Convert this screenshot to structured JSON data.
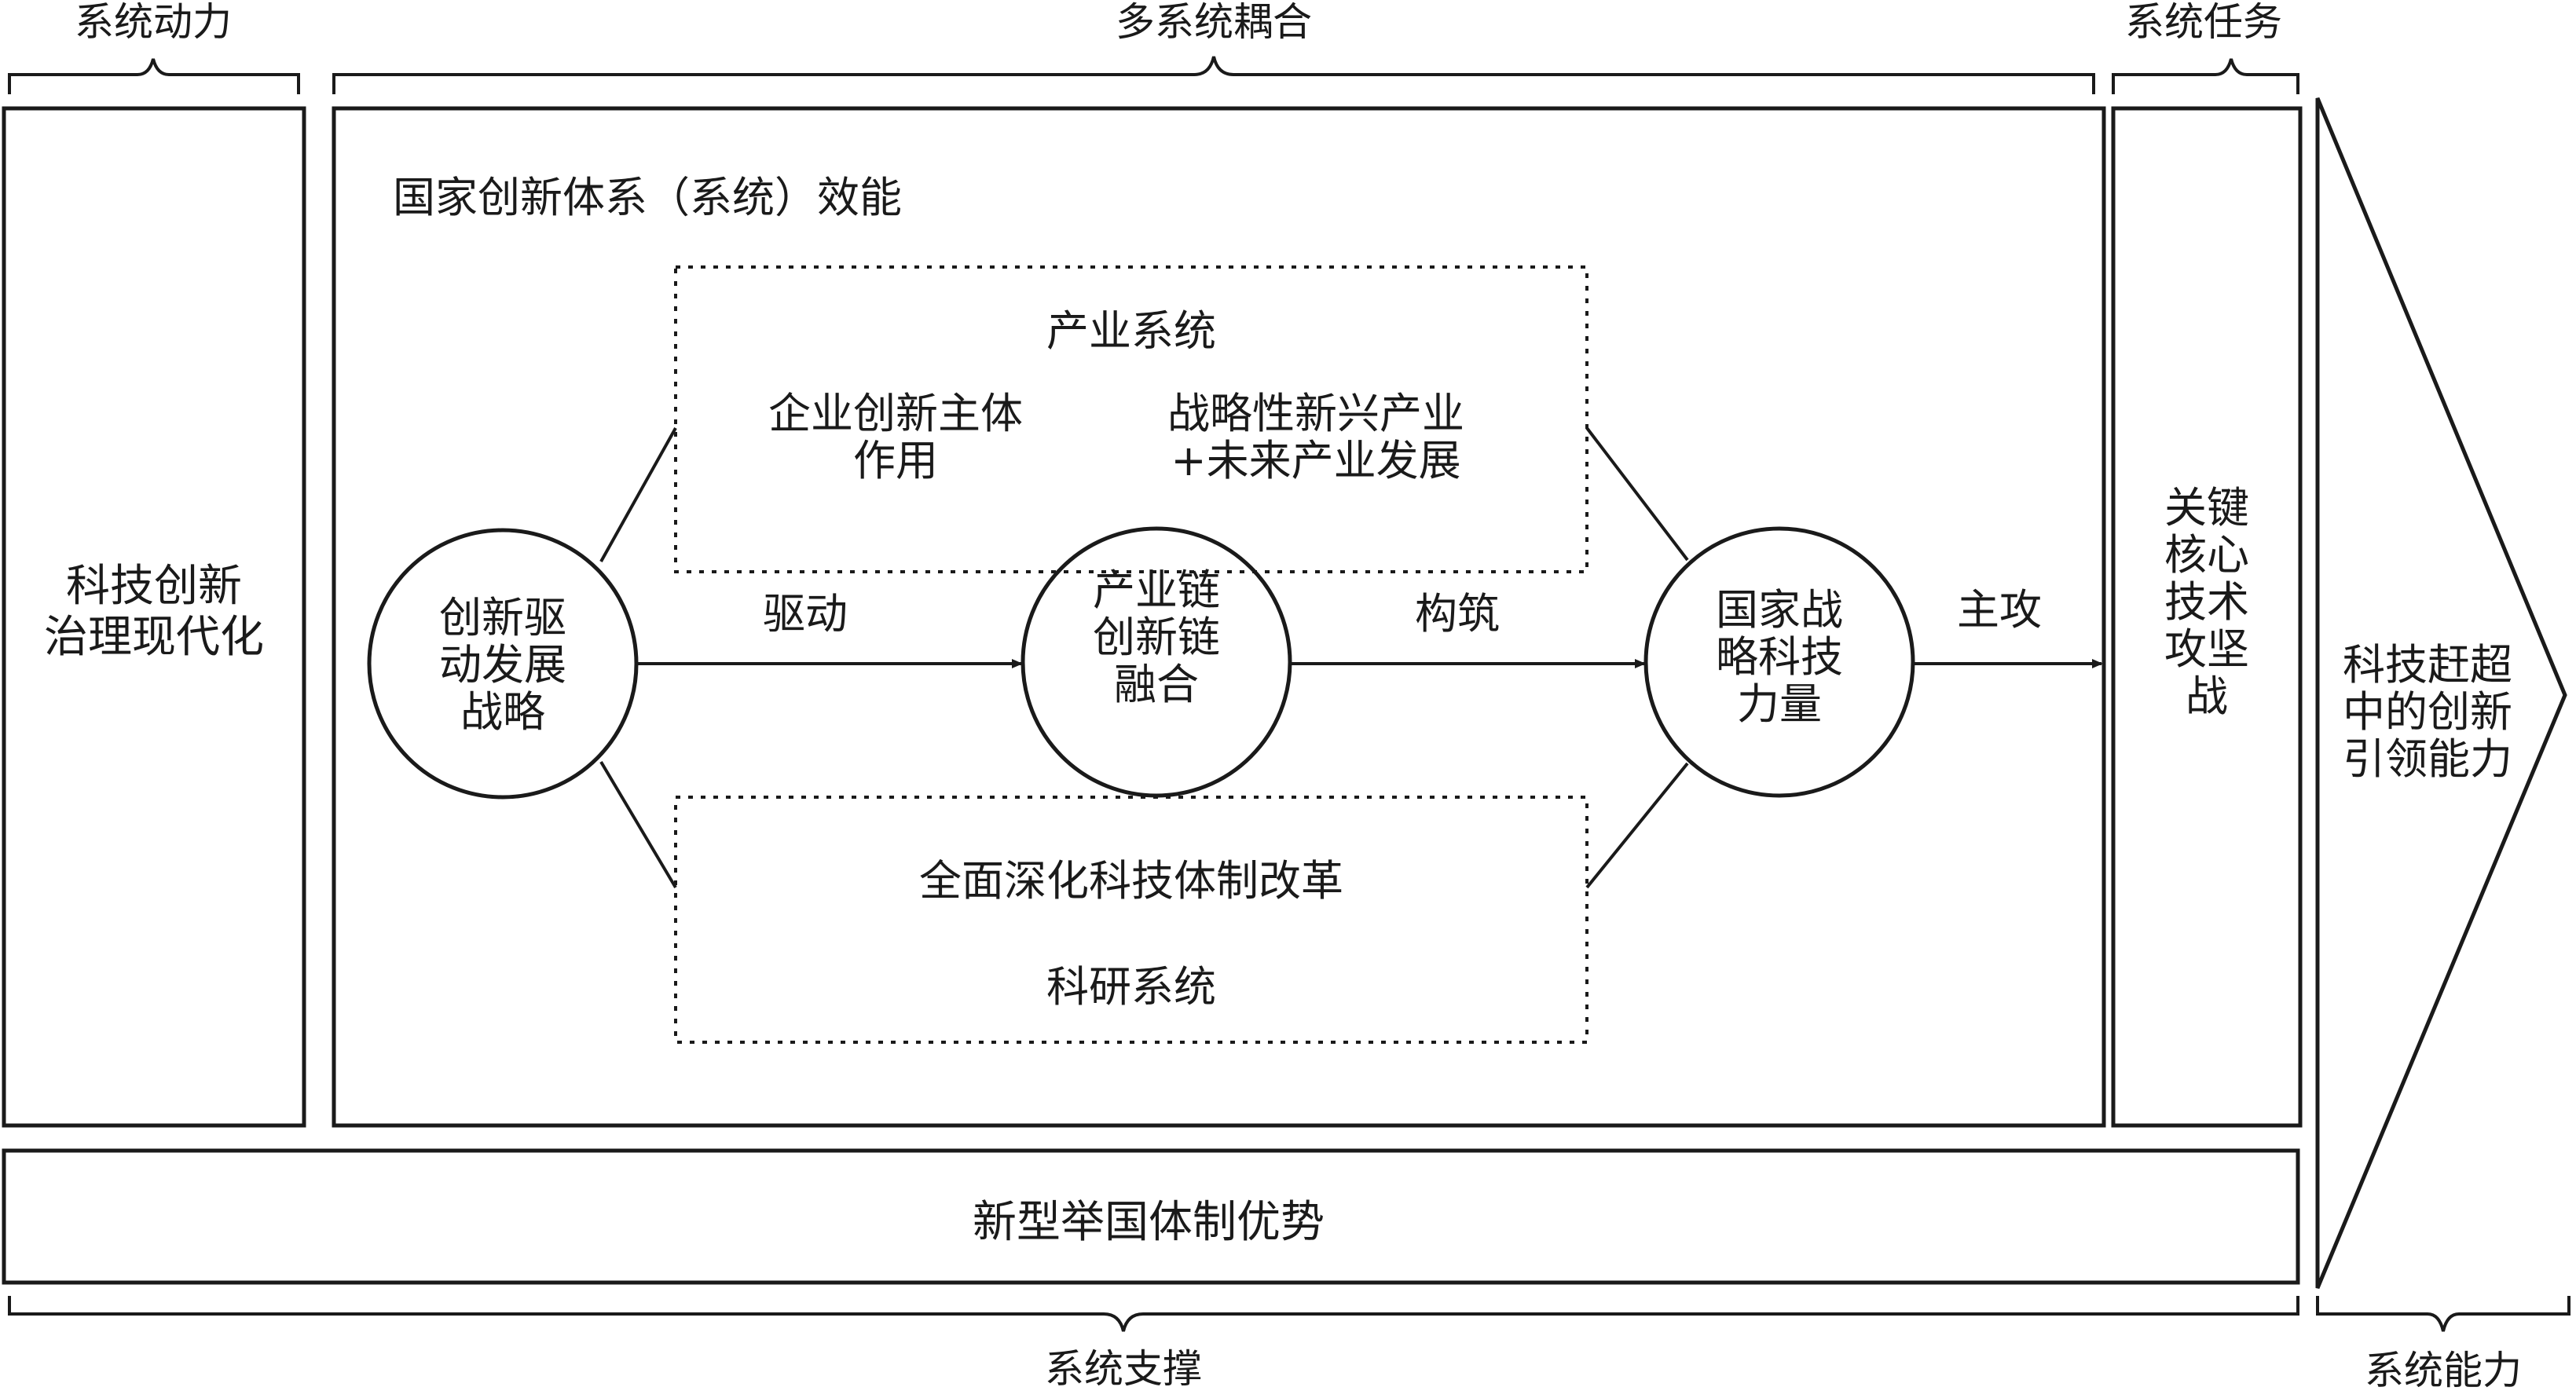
{
  "top_labels": {
    "driver": "系统动力",
    "coupling": "多系统耦合",
    "task": "系统任务"
  },
  "bottom_labels": {
    "support": "系统支撑",
    "capability": "系统能力"
  },
  "left_box": {
    "line1": "科技创新",
    "line2": "治理现代化"
  },
  "main_box": {
    "title": "国家创新体系（系统）效能"
  },
  "industry_system": {
    "title": "产业系统",
    "left_line1": "企业创新主体",
    "left_line2": "作用",
    "right_line1": "战略性新兴产业",
    "right_line2": "+未来产业发展"
  },
  "research_system": {
    "reform": "全面深化科技体制改革",
    "title": "科研系统"
  },
  "circles": {
    "strategy": {
      "line1": "创新驱",
      "line2": "动发展",
      "line3": "战略"
    },
    "fusion": {
      "line1": "产业链",
      "line2": "创新链",
      "line3": "融合"
    },
    "force": {
      "line1": "国家战",
      "line2": "略科技",
      "line3": "力量"
    }
  },
  "arrows": {
    "drive": "驱动",
    "build": "构筑",
    "main_attack": "主攻"
  },
  "task_box": {
    "line1": "关键",
    "line2": "核心",
    "line3": "技术",
    "line4": "攻坚",
    "line5": "战"
  },
  "bottom_box": {
    "label": "新型举国体制优势"
  },
  "capability_arrow": {
    "line1": "科技赶超",
    "line2": "中的创新",
    "line3": "引领能力"
  }
}
